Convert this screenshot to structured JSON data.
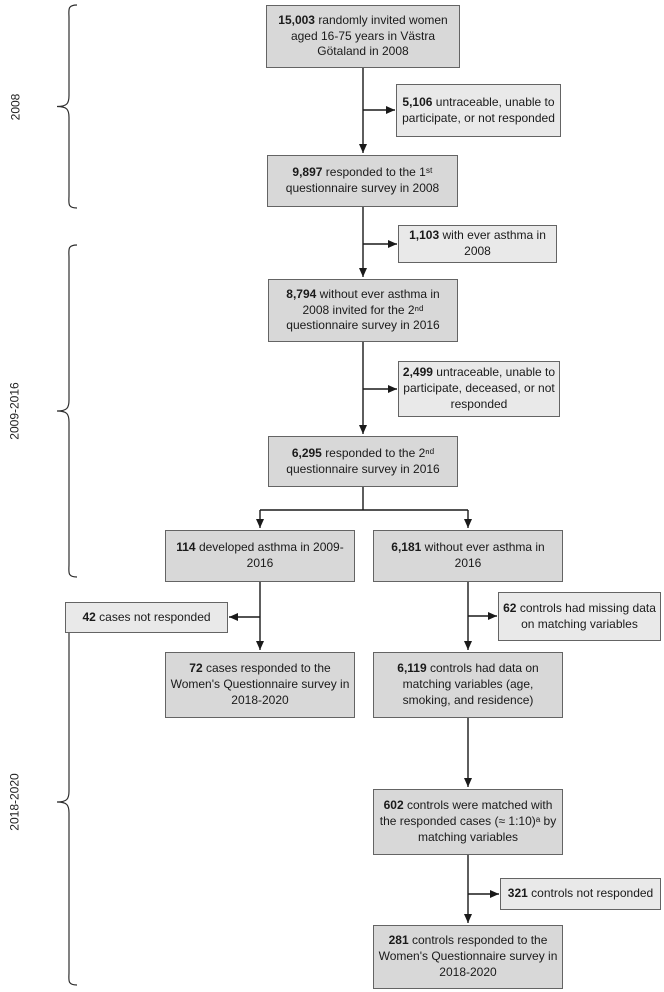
{
  "era_labels": [
    {
      "label": "2008"
    },
    {
      "label": "2009-2016"
    },
    {
      "label": "2018-2020"
    }
  ],
  "boxes": {
    "invited": {
      "number": "15,003",
      "text": "randomly invited women aged 16-75 years in Västra Götaland in 2008"
    },
    "untraceable_2008": {
      "number": "5,106",
      "text": "untraceable, unable to participate, or not responded"
    },
    "responded_2008": {
      "number": "9,897",
      "text": "responded to the 1ˢᵗ questionnaire survey in 2008"
    },
    "ever_asthma_2008": {
      "number": "1,103",
      "text": "with ever asthma in 2008"
    },
    "without_asthma_2008": {
      "number": "8,794",
      "text": "without ever asthma in 2008 invited for the 2ⁿᵈ questionnaire survey in 2016"
    },
    "untraceable_2016": {
      "number": "2,499",
      "text": "untraceable, unable to participate, deceased, or not responded"
    },
    "responded_2016": {
      "number": "6,295",
      "text": "responded to the 2ⁿᵈ questionnaire survey in 2016"
    },
    "developed_asthma": {
      "number": "114",
      "text": "developed asthma in 2009-2016"
    },
    "without_asthma_2016": {
      "number": "6,181",
      "text": "without ever asthma in 2016"
    },
    "cases_not_responded": {
      "number": "42",
      "text": "cases not responded"
    },
    "controls_missing": {
      "number": "62",
      "text": "controls had missing data on matching variables"
    },
    "cases_responded": {
      "number": "72",
      "text": "cases responded to the Women's Questionnaire survey in 2018-2020"
    },
    "controls_with_data": {
      "number": "6,119",
      "text": "controls had data on matching variables (age, smoking, and residence)"
    },
    "controls_matched": {
      "number": "602",
      "text": "controls were matched with the responded cases (≈ 1:10)ᵃ by matching variables"
    },
    "controls_not_responded": {
      "number": "321",
      "text": "controls not responded"
    },
    "controls_responded": {
      "number": "281",
      "text": "controls responded to the Women's Questionnaire survey in 2018-2020"
    }
  },
  "colors": {
    "main_box_fill": "#d8d8d8",
    "side_box_fill": "#e9e9e9",
    "box_border": "#646464",
    "connector": "#1a1a1a",
    "text": "#1a1a1a"
  }
}
